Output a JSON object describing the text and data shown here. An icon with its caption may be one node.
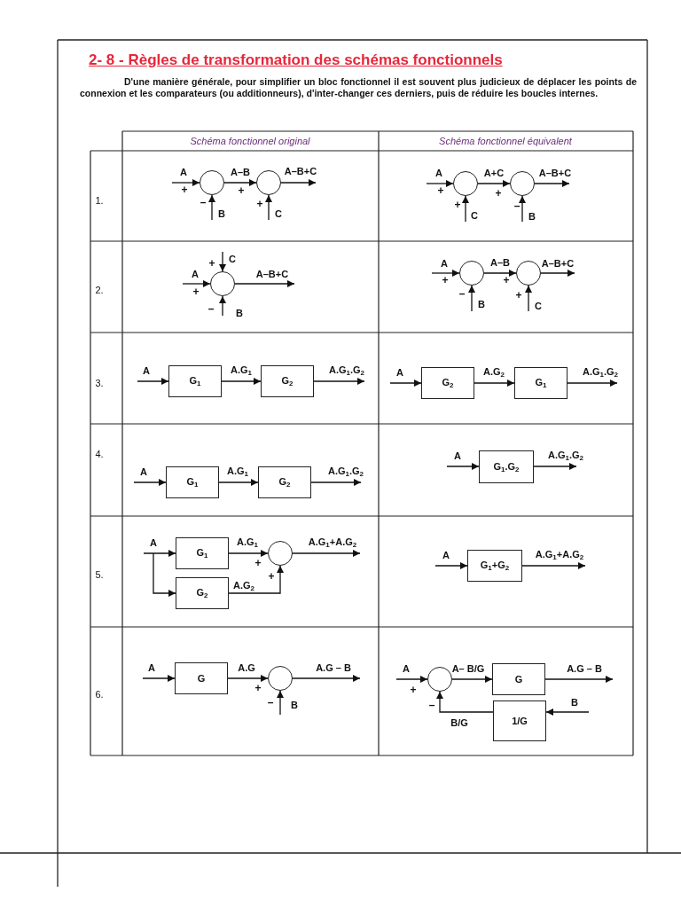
{
  "diagram": {
    "title": "2- 8 - Règles de transformation des schémas fonctionnels",
    "nodes": [
      {
        "text": [],
        "shape": "circle",
        "beside": [
          "+",
          "–"
        ]
      },
      {
        "text": [],
        "shape": "circle",
        "beside": [
          "+",
          "+"
        ]
      },
      {
        "text": [],
        "shape": "circle",
        "beside": [
          "+",
          "+"
        ]
      },
      {
        "text": [],
        "shape": "circle",
        "beside": [
          "+",
          "–"
        ]
      },
      {
        "text": [],
        "shape": "circle",
        "beside": [
          "+",
          "+",
          "–"
        ]
      },
      {
        "text": [],
        "shape": "circle",
        "beside": [
          "+",
          "–"
        ]
      },
      {
        "text": [],
        "shape": "circle",
        "beside": [
          "+",
          "+"
        ]
      },
      {
        "text": [
          "G$_{1}$"
        ]
      },
      {
        "text": [
          "G$_{2}$"
        ]
      },
      {
        "text": [
          "G$_{2}$"
        ]
      },
      {
        "text": [
          "G$_{1}$"
        ]
      },
      {
        "text": [
          "G$_{1}$"
        ]
      },
      {
        "text": [
          "G$_{2}$"
        ]
      },
      {
        "text": [
          "G$_{1}$.G$_{2}$"
        ]
      },
      {
        "text": [
          "G$_{1}$"
        ]
      },
      {
        "text": [
          "G$_{2}$"
        ]
      },
      {
        "text": [],
        "shape": "circle",
        "beside": [
          "+",
          "+"
        ]
      },
      {
        "text": [
          "G$_{1}$+G$_{2}$"
        ]
      },
      {
        "text": [
          "G"
        ]
      },
      {
        "text": [],
        "shape": "circle",
        "beside": [
          "+",
          "–"
        ]
      },
      {
        "text": [],
        "shape": "circle",
        "beside": [
          "+",
          "–"
        ]
      },
      {
        "text": [
          "G"
        ]
      },
      {
        "text": [
          "1/G"
        ]
      }
    ],
    "edges": [
      {
        "from": null,
        "to": 0,
        "arrow": "to",
        "label": "A"
      },
      {
        "from": 0,
        "to": 1,
        "arrow": "to",
        "label": "A–B"
      },
      {
        "from": 1,
        "to": null,
        "arrow": "to",
        "label": "A–B+C"
      },
      {
        "from": null,
        "to": 0,
        "arrow": "to",
        "label": "B"
      },
      {
        "from": null,
        "to": 1,
        "arrow": "to",
        "label": "C"
      },
      {
        "from": null,
        "to": 2,
        "arrow": "to",
        "label": "A"
      },
      {
        "from": 2,
        "to": 3,
        "arrow": "to",
        "label": "A+C"
      },
      {
        "from": 3,
        "to": null,
        "arrow": "to",
        "label": "A–B+C"
      },
      {
        "from": null,
        "to": 2,
        "arrow": "to",
        "label": "C"
      },
      {
        "from": null,
        "to": 3,
        "arrow": "to",
        "label": "B"
      },
      {
        "from": null,
        "to": 4,
        "arrow": "to",
        "label": "C"
      },
      {
        "from": null,
        "to": 4,
        "arrow": "to",
        "label": "A"
      },
      {
        "from": 4,
        "to": null,
        "arrow": "to",
        "label": "A–B+C"
      },
      {
        "from": null,
        "to": 4,
        "arrow": "to",
        "label": "B"
      },
      {
        "from": null,
        "to": 5,
        "arrow": "to",
        "label": "A"
      },
      {
        "from": 5,
        "to": 6,
        "arrow": "to",
        "label": "A–B"
      },
      {
        "from": 6,
        "to": null,
        "arrow": "to",
        "label": "A–B+C"
      },
      {
        "from": null,
        "to": 5,
        "arrow": "to",
        "label": "B"
      },
      {
        "from": null,
        "to": 6,
        "arrow": "to",
        "label": "C"
      },
      {
        "from": null,
        "to": 7,
        "arrow": "to",
        "label": "A"
      },
      {
        "from": 7,
        "to": 8,
        "arrow": "to",
        "label": "A.G$_{1}$"
      },
      {
        "from": 8,
        "to": null,
        "arrow": "to",
        "label": "A.G$_{1}$.G$_{2}$"
      },
      {
        "from": null,
        "to": 9,
        "arrow": "to",
        "label": "A"
      },
      {
        "from": 9,
        "to": 10,
        "arrow": "to",
        "label": "A.G$_{2}$"
      },
      {
        "from": 10,
        "to": null,
        "arrow": "to",
        "label": "A.G$_{1}$.G$_{2}$"
      },
      {
        "from": null,
        "to": 11,
        "arrow": "to",
        "label": "A"
      },
      {
        "from": 11,
        "to": 12,
        "arrow": "to",
        "label": "A.G$_{1}$"
      },
      {
        "from": 12,
        "to": null,
        "arrow": "to",
        "label": "A.G$_{1}$.G$_{2}$"
      },
      {
        "from": null,
        "to": 13,
        "arrow": "to",
        "label": "A"
      },
      {
        "from": 13,
        "to": null,
        "arrow": "to",
        "label": "A.G$_{1}$.G$_{2}$"
      },
      {
        "from": null,
        "to": 14,
        "arrow": "to",
        "label": "A"
      },
      {
        "from": null,
        "to": 15,
        "arrow": "to"
      },
      {
        "from": 14,
        "to": 16,
        "arrow": "to",
        "label": "A.G$_{1}$"
      },
      {
        "from": 15,
        "to": 16,
        "arrow": "to",
        "label": "A.G$_{2}$"
      },
      {
        "from": 16,
        "to": null,
        "arrow": "to",
        "label": "A.G$_{1}$+A.G$_{2}$"
      },
      {
        "from": null,
        "to": 17,
        "arrow": "to",
        "label": "A"
      },
      {
        "from": 17,
        "to": null,
        "arrow": "to",
        "label": "A.G$_{1}$+A.G$_{2}$"
      },
      {
        "from": null,
        "to": 18,
        "arrow": "to",
        "label": "A"
      },
      {
        "from": 18,
        "to": 19,
        "arrow": "to",
        "label": "A.G"
      },
      {
        "from": 19,
        "to": null,
        "arrow": "to",
        "label": "A.G – B"
      },
      {
        "from": null,
        "to": 19,
        "arrow": "to",
        "label": "B"
      },
      {
        "from": null,
        "to": 20,
        "arrow": "to",
        "label": "A"
      },
      {
        "from": 20,
        "to": 21,
        "arrow": "to",
        "label": "A– B/G"
      },
      {
        "from": 21,
        "to": null,
        "arrow": "to",
        "label": "A.G – B"
      },
      {
        "from": null,
        "to": 22,
        "arrow": "to",
        "label": "B"
      },
      {
        "from": 22,
        "to": 20,
        "arrow": "to",
        "label": "B/G"
      }
    ],
    "labels": [
      "D'une manière générale, pour simplifier un bloc fonctionnel il est souvent plus judicieux de déplacer les points de connexion et les comparateurs (ou additionneurs), d'inter-changer ces derniers, puis de réduire les boucles internes.",
      "Schéma fonctionnel original",
      "Schéma fonctionnel équivalent",
      "1.",
      "2.",
      "3.",
      "4.",
      "5.",
      "6."
    ]
  }
}
